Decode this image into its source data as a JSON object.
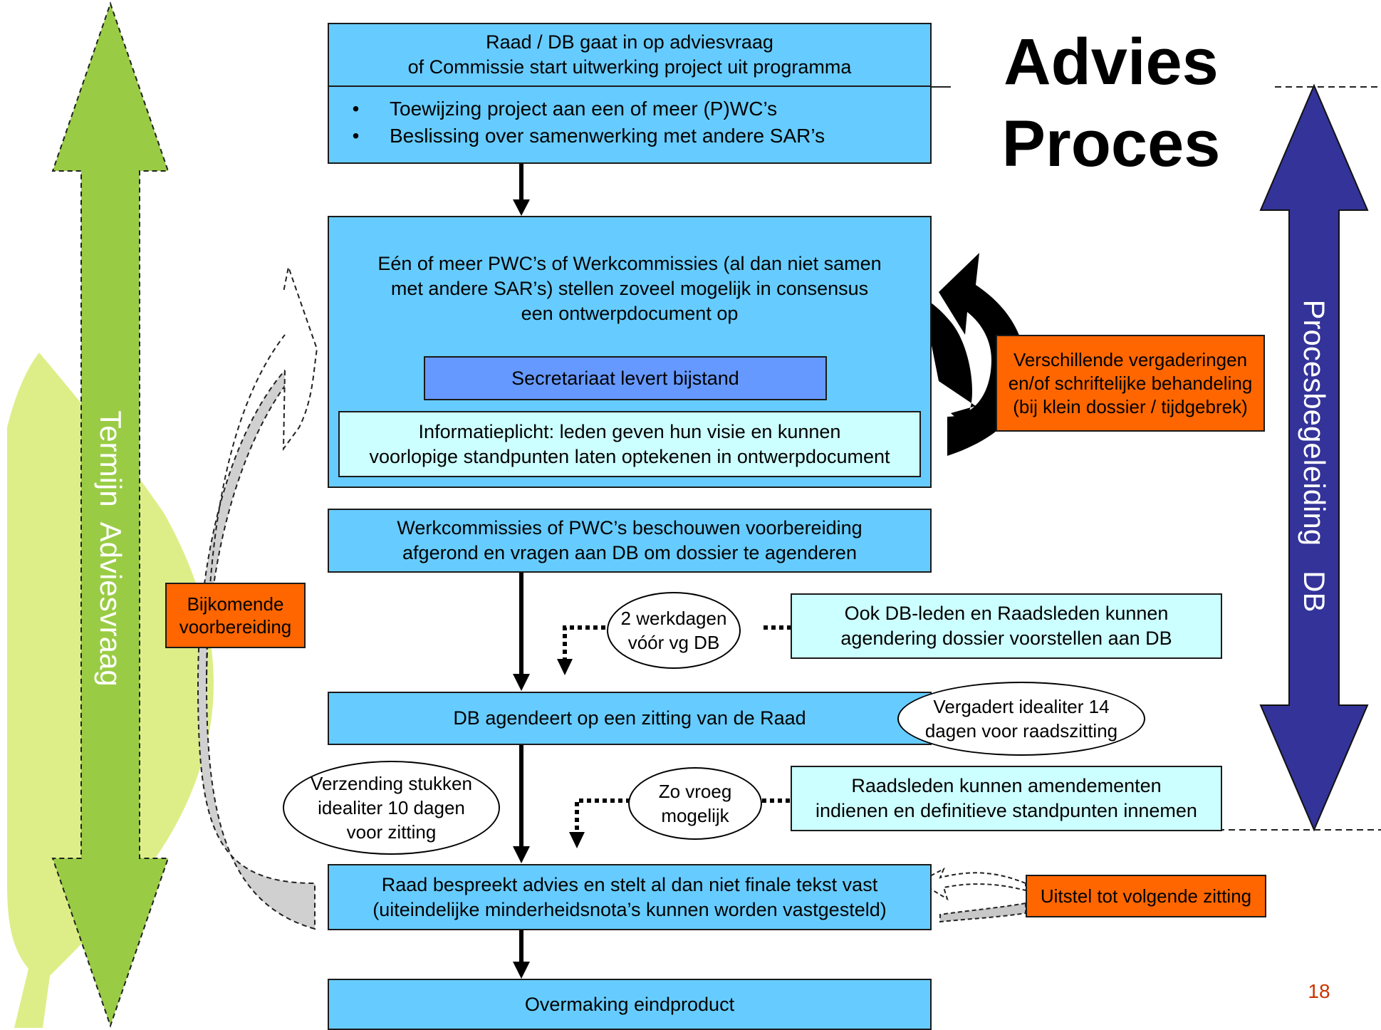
{
  "title": {
    "line1": "Advies",
    "line2": "Proces"
  },
  "left_arrow_label": "Termijn  Adviesvraag",
  "right_arrow_label": "Procesbegeleiding   DB",
  "page_number": "18",
  "steps": {
    "step1": {
      "line1": "Raad / DB gaat in op adviesvraag",
      "line2": "of Commissie start uitwerking project uit programma",
      "bullets": [
        "Toewijzing project aan een of meer (P)WC’s",
        "Beslissing over samenwerking met andere SAR’s"
      ],
      "bullet_symbol": "•"
    },
    "step2": {
      "line1": "Eén of meer PWC’s of  Werkcommissies (al dan niet samen",
      "line2": "met andere SAR’s) stellen zoveel mogelijk in consensus",
      "line3": "een ontwerpdocument op",
      "secretariat": "Secretariaat levert bijstand",
      "info_line1": "Informatieplicht: leden geven hun visie en kunnen",
      "info_line2": "voorlopige standpunten laten optekenen in ontwerpdocument"
    },
    "step3": {
      "line1": "Werkcommissies of  PWC’s beschouwen voorbereiding",
      "line2": "afgerond en vragen aan DB om dossier te agenderen"
    },
    "step4": {
      "line1": "DB agendeert op een zitting van de Raad"
    },
    "step5": {
      "line1": "Raad bespreekt advies en stelt al dan niet finale tekst vast",
      "line2": "(uiteindelijke minderheidsnota’s kunnen worden vastgesteld)"
    },
    "step6": {
      "line1": "Overmaking eindproduct"
    }
  },
  "side_notes": {
    "meetings": {
      "line1": "Verschillende vergaderingen",
      "line2": "en/of schriftelijke behandeling",
      "line3": "(bij klein dossier / tijdgebrek)"
    },
    "db_members": {
      "line1": "Ook DB-leden en Raadsleden kunnen",
      "line2": "agendering dossier voorstellen aan DB"
    },
    "amendments": {
      "line1": "Raadsleden kunnen amendementen",
      "line2": "indienen en definitieve standpunten innemen"
    },
    "additional_prep": {
      "line1": "Bijkomende",
      "line2": "voorbereiding"
    },
    "postpone": {
      "line1": "Uitstel tot volgende zitting"
    }
  },
  "ovals": {
    "two_days": {
      "line1": "2 werkdagen",
      "line2": "vóór vg DB"
    },
    "meets_ideally": {
      "line1": "Vergadert idealiter 14",
      "line2": "dagen voor raadszitting"
    },
    "send_docs": {
      "line1": "Verzending stukken",
      "line2": "idealiter 10 dagen",
      "line3": "voor zitting"
    },
    "asap": {
      "line1": "Zo vroeg",
      "line2": "mogelijk"
    }
  },
  "colors": {
    "box_blue": "#66ccff",
    "box_pale": "#ccffff",
    "secretariat_blue": "#6699ff",
    "orange": "#ff6600",
    "green_arrow": "#99cc44",
    "navy_arrow": "#333399",
    "leaf": "#ddee88",
    "page_number": "#cc3300"
  }
}
